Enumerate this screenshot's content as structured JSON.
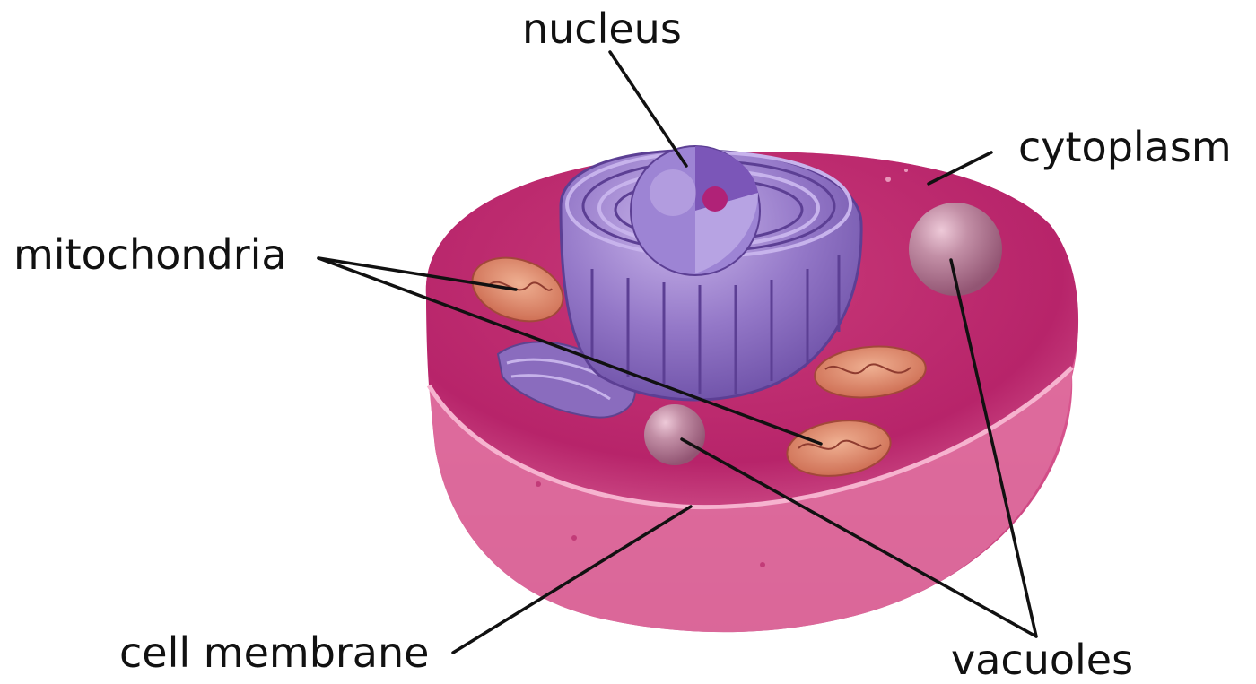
{
  "labels": {
    "nucleus": "nucleus",
    "cytoplasm": "cytoplasm",
    "mitochondria": "mitochondria",
    "cell_membrane": "cell membrane",
    "vacuoles": "vacuoles"
  },
  "colors": {
    "cell_outer": "#d94a86",
    "cell_top": "#c32d6e",
    "membrane_band": "#f3a0c6",
    "nucleus_purple": "#8f6ec0",
    "nucleolus": "#b02277",
    "mitochondria": "#d98060",
    "vacuole": "#b58a9c",
    "text": "#111111"
  }
}
